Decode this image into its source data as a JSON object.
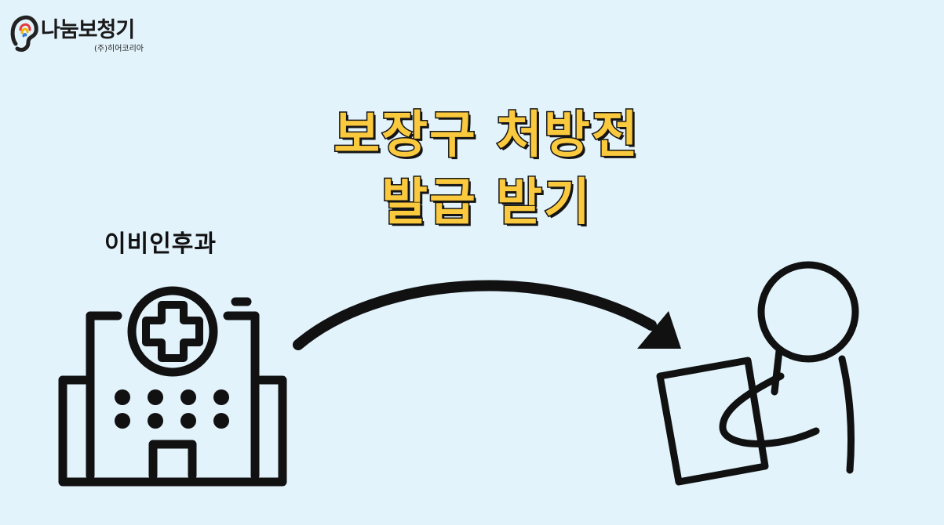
{
  "logo": {
    "title": "나눔보청기",
    "subtitle": "(주)히어코리아",
    "icon": "ear-icon"
  },
  "headline": {
    "line1": "보장구 처방전",
    "line2": "발급 받기"
  },
  "hospital": {
    "label": "이비인후과",
    "icon": "hospital-icon"
  },
  "arrow": {
    "icon": "curved-arrow-icon"
  },
  "person": {
    "icon": "person-holding-document-icon"
  },
  "colors": {
    "background": "#e3f3fc",
    "headline_fill": "#fbc93e",
    "outline": "#151515"
  }
}
